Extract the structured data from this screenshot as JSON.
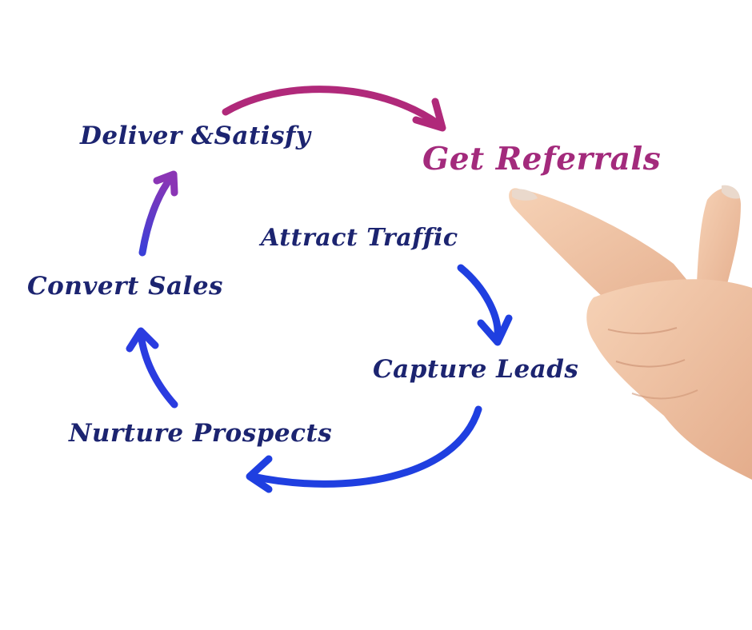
{
  "steps": {
    "deliver": "Deliver &Satisfy",
    "referrals": "Get Referrals",
    "attract": "Attract Traffic",
    "capture": "Capture Leads",
    "nurture": "Nurture Prospects",
    "convert": "Convert Sales"
  },
  "colors": {
    "text": "#1c2470",
    "referral_text": "#a32a7c",
    "arrow_blue": "#1f3fe0",
    "arrow_purple": "#6a3ac0",
    "arrow_magenta": "#b0297a",
    "skin": "#f0c4a4"
  },
  "icons": [
    "pointing-hand-icon"
  ]
}
